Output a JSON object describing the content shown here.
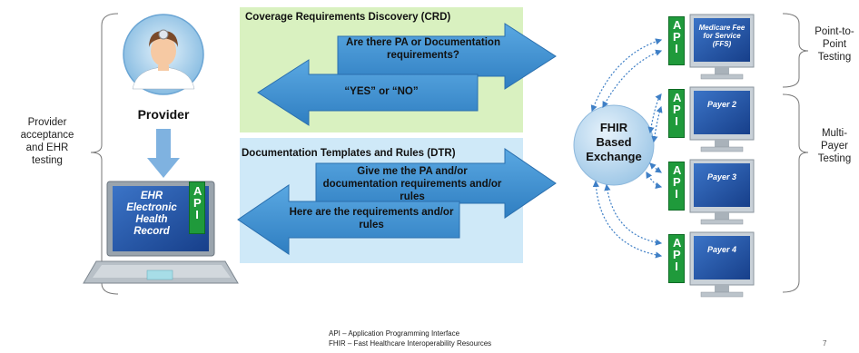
{
  "left_label": "Provider acceptance and EHR testing",
  "provider": {
    "label": "Provider"
  },
  "ehr": {
    "line1": "EHR",
    "line2": "Electronic",
    "line3": "Health",
    "line4": "Record"
  },
  "api_label": "API",
  "crd": {
    "title": "Coverage Requirements Discovery (CRD)",
    "request": "Are there PA or Documentation requirements?",
    "response": "“YES” or “NO”"
  },
  "dtr": {
    "title": "Documentation Templates and Rules (DTR)",
    "request": "Give me the PA and/or documentation requirements and/or rules",
    "response": "Here are the requirements and/or rules"
  },
  "hub": {
    "line1": "FHIR",
    "line2": "Based",
    "line3": "Exchange"
  },
  "payers": [
    {
      "label": "Medicare Fee for Service (FFS)"
    },
    {
      "label": "Payer 2"
    },
    {
      "label": "Payer 3"
    },
    {
      "label": "Payer 4"
    }
  ],
  "right_labels": {
    "point": "Point-to-Point Testing",
    "multi": "Multi-Payer Testing"
  },
  "footnotes": {
    "api": "API – Application Programming Interface",
    "fhir": "FHIR – Fast Healthcare Interoperability Resources"
  },
  "page_number": "7",
  "colors": {
    "crd_bg": "#d9f1c0",
    "dtr_bg": "#cfe9f8",
    "arrow": "#3e8fd0",
    "api_green": "#1f9a3b",
    "hub": "#bcdaf0"
  }
}
